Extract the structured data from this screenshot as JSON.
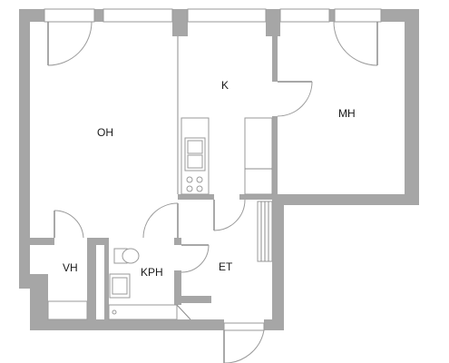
{
  "plan": {
    "rooms": [
      {
        "id": "oh",
        "label": "OH"
      },
      {
        "id": "k",
        "label": "K"
      },
      {
        "id": "mh",
        "label": "MH"
      },
      {
        "id": "vh",
        "label": "VH"
      },
      {
        "id": "kph",
        "label": "KPH"
      },
      {
        "id": "et",
        "label": "ET"
      }
    ]
  },
  "colors": {
    "wall": "#a6a6a6",
    "background": "#ffffff",
    "line": "#9a9a9a",
    "text": "#1a1a1a"
  }
}
